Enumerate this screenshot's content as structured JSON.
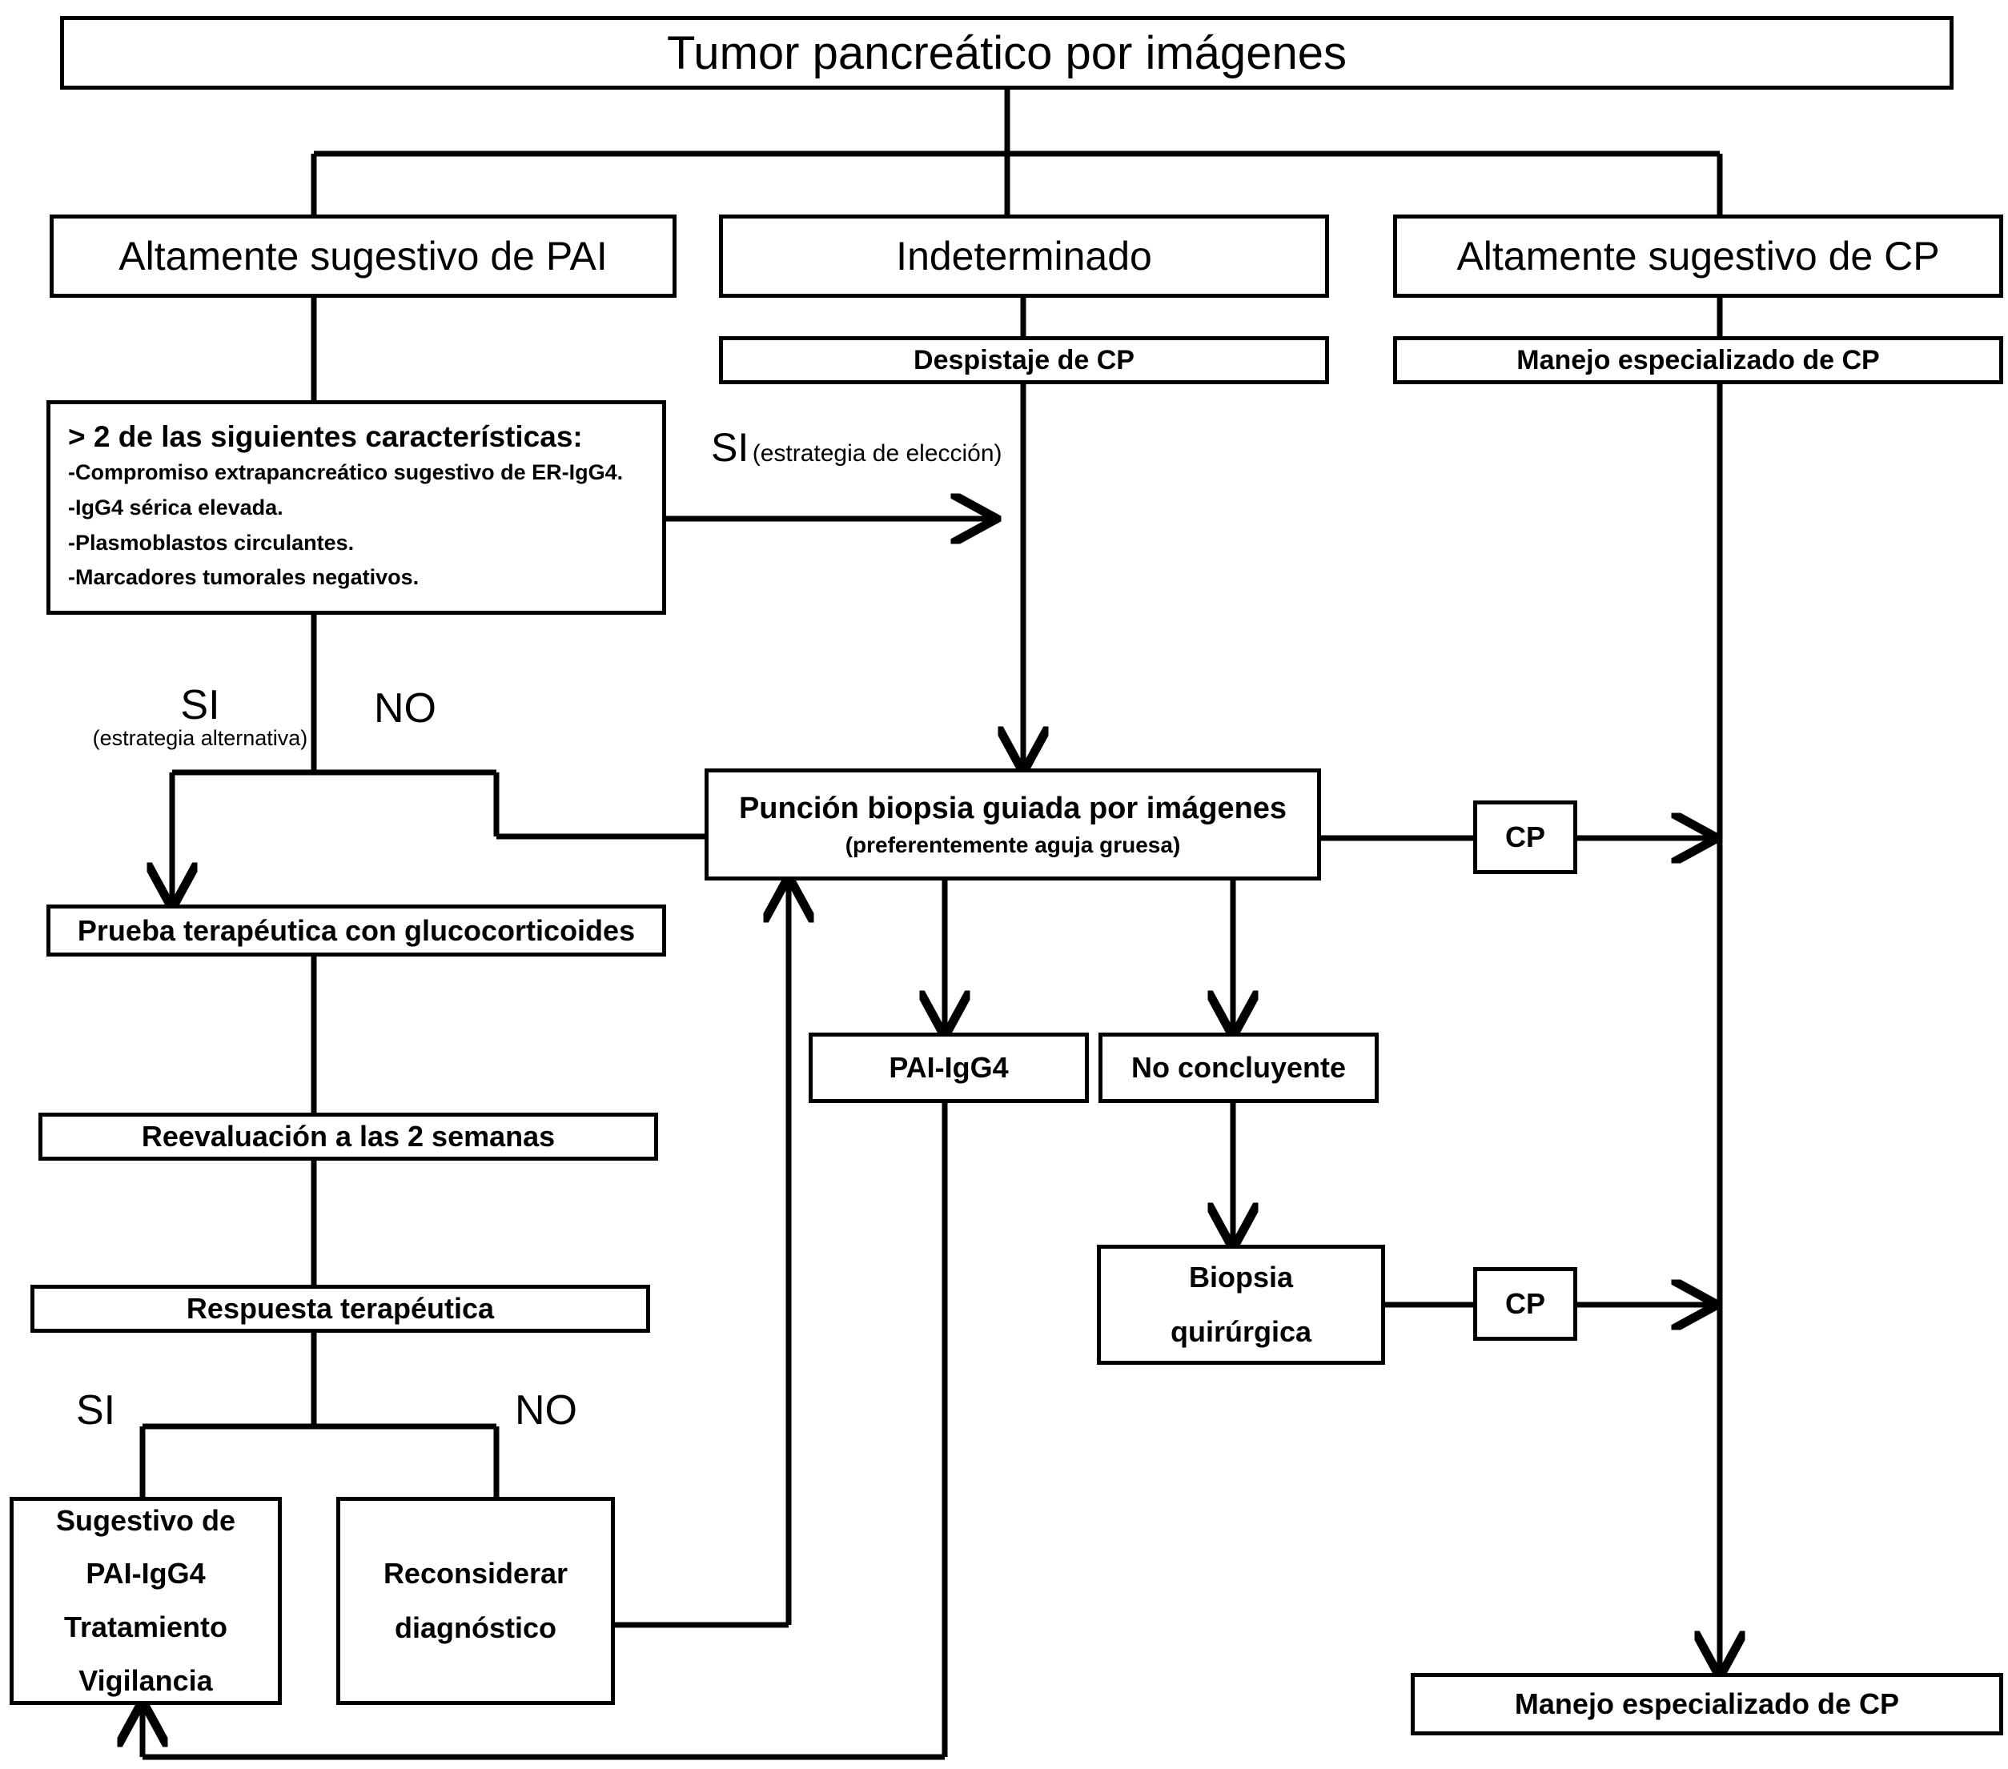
{
  "diagram": {
    "title_node": {
      "label": "Tumor pancreático por imágenes"
    },
    "branches": {
      "left": "Altamente sugestivo de PAI",
      "middle": "Indeterminado",
      "right": "Altamente sugestivo de CP"
    },
    "nodes": {
      "despistaje_cp": "Despistaje de CP",
      "manejo_cp_top": "Manejo especializado de CP",
      "caracteristicas_title": "> 2 de las siguientes características:",
      "caracteristicas_items": [
        "-Compromiso extrapancreático sugestivo de ER-IgG4.",
        "-IgG4 sérica elevada.",
        "-Plasmoblastos circulantes.",
        "-Marcadores tumorales negativos."
      ],
      "prueba_terapeutica": "Prueba terapéutica con glucocorticoides",
      "reevaluacion": "Reevaluación a las 2 semanas",
      "respuesta_terapeutica": "Respuesta terapéutica",
      "sugestivo_pai_line1": "Sugestivo de",
      "sugestivo_pai_line2": "PAI-IgG4",
      "sugestivo_pai_line3": "Tratamiento",
      "sugestivo_pai_line4": "Vigilancia",
      "reconsiderar_line1": "Reconsiderar",
      "reconsiderar_line2": "diagnóstico",
      "puncion_main": "Punción biopsia guiada por imágenes",
      "puncion_sub": "(preferentemente aguja gruesa)",
      "pai_igg4": "PAI-IgG4",
      "no_concluyente": "No concluyente",
      "biopsia_line1": "Biopsia",
      "biopsia_line2": "quirúrgica",
      "cp_top": "CP",
      "cp_bottom": "CP",
      "manejo_cp_bottom": "Manejo especializado de CP"
    },
    "edge_labels": {
      "si_eleccion_main": "SI",
      "si_eleccion_paren": "(estrategia de elección)",
      "si_alternativa_main": "SI",
      "si_alternativa_paren": "(estrategia alternativa)",
      "no_upper": "NO",
      "si_lower": "SI",
      "no_lower": "NO"
    },
    "colors": {
      "stroke": "#000000",
      "fill": "#ffffff"
    }
  }
}
